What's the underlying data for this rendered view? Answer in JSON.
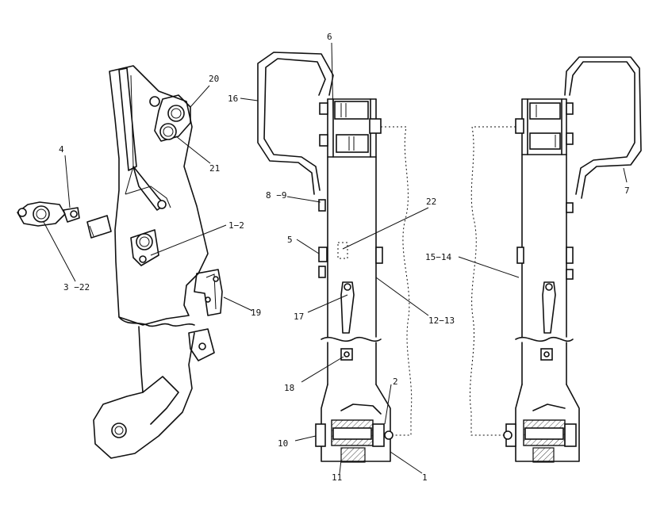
{
  "callouts": {
    "c1": "1",
    "c1_2": "1−2",
    "c2": "2",
    "c3_22": "3 −22",
    "c4": "4",
    "c5": "5",
    "c6": "6",
    "c7": "7",
    "c8_9": "8 −9",
    "c10": "10",
    "c11": "11",
    "c12_13": "12−13",
    "c15_14": "15−14",
    "c16": "16",
    "c17": "17",
    "c18": "18",
    "c19": "19",
    "c20": "20",
    "c21": "21",
    "c22": "22"
  }
}
